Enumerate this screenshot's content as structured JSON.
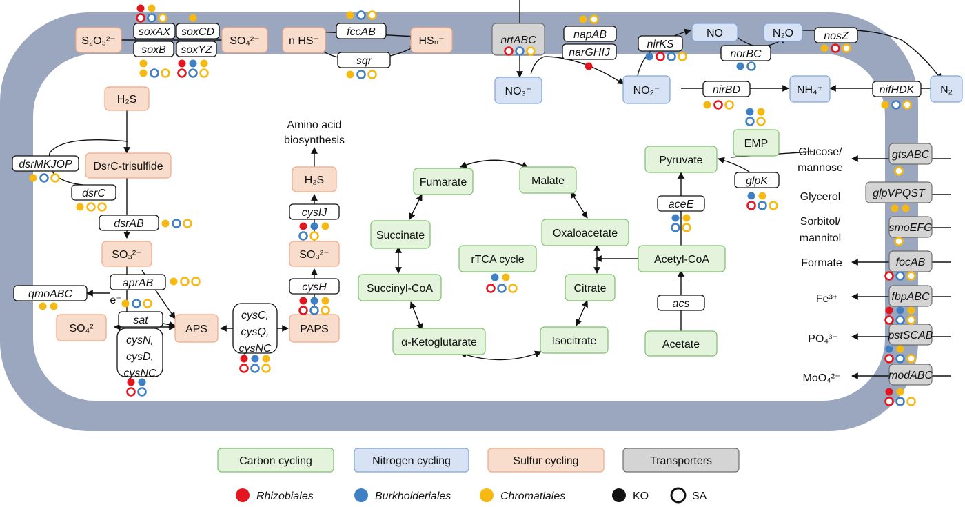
{
  "categories": {
    "carbon": {
      "label": "Carbon cycling",
      "fill": "#e3f3dc",
      "stroke": "#7cc06a"
    },
    "nitrogen": {
      "label": "Nitrogen cycling",
      "fill": "#d7e3f5",
      "stroke": "#7fa3d9"
    },
    "sulfur": {
      "label": "Sulfur cycling",
      "fill": "#f9ddcc",
      "stroke": "#f0a784"
    },
    "transport": {
      "label": "Transporters",
      "fill": "#d4d4d4",
      "stroke": "#6e6e6e"
    }
  },
  "colors": {
    "rhizobiales": "#e3161f",
    "burkholderiales": "#3f7fc3",
    "chromatiales": "#f6b912",
    "membrane": "#9aa7be"
  },
  "legend": {
    "rhizobiales": "Rhizobiales",
    "burkholderiales": "Burkholderiales",
    "chromatiales": "Chromatiales",
    "ko": "KO",
    "sa": "SA"
  },
  "sulfur": {
    "s2o3": "S₂O₃²⁻",
    "so4_out": "SO₄²⁻",
    "nhs": "n HS⁻",
    "hsn": "HSₙ⁻",
    "soxAX": "soxAX",
    "soxCD": "soxCD",
    "soxB": "soxB",
    "soxYZ": "soxYZ",
    "fccAB": "fccAB",
    "sqr": "sqr",
    "h2s_left": "H₂S",
    "dsrc_trisulfide": "DsrC-trisulfide",
    "dsrMKJOP": "dsrMKJOP",
    "dsrC": "dsrC",
    "dsrAB": "dsrAB",
    "so3_left": "SO₃²⁻",
    "aprAB": "aprAB",
    "qmoABC": "qmoABC",
    "e_minus": "e⁻",
    "sat": "sat",
    "cysNDNC": [
      "cysN,",
      "cysD,",
      "cysNC"
    ],
    "so4_left": "SO₄²",
    "aps": "APS",
    "cysCQNC": [
      "cysC,",
      "cysQ,",
      "cysNC"
    ],
    "paps": "PAPS",
    "cysH": "cysH",
    "so3_right": "SO₃²⁻",
    "cysIJ": "cysIJ",
    "h2s_right": "H₂S",
    "aa_line1": "Amino acid",
    "aa_line2": "biosynthesis"
  },
  "nitrogen": {
    "nrtABC": "nrtABC",
    "no3": "NO₃⁻",
    "napAB": "napAB",
    "narGHIJ": "narGHIJ",
    "nirKS": "nirKS",
    "no": "NO",
    "norBC": "norBC",
    "n2o": "N₂O",
    "nosZ": "nosZ",
    "n2": "N₂",
    "no2": "NO₂⁻",
    "nirBD": "nirBD",
    "nh4": "NH₄⁺",
    "nifHDK": "nifHDK"
  },
  "carbon": {
    "fumarate": "Fumarate",
    "malate": "Malate",
    "succinate": "Succinate",
    "oxaloacetate": "Oxaloacetate",
    "rtca": "rTCA cycle",
    "succinylcoa": "Succinyl-CoA",
    "citrate": "Citrate",
    "akg": "α-Ketoglutarate",
    "isocitrate": "Isocitrate",
    "pyruvate": "Pyruvate",
    "emp": "EMP",
    "aceE": "aceE",
    "acetylcoa": "Acetyl-CoA",
    "acs": "acs",
    "acetate": "Acetate",
    "glpK": "glpK"
  },
  "transport": {
    "gtsABC": "gtsABC",
    "glucose1": "Glucose/",
    "glucose2": "mannose",
    "glpVPQST": "glpVPQST",
    "glycerol": "Glycerol",
    "smoEFG": "smoEFG",
    "sorbitol1": "Sorbitol/",
    "sorbitol2": "mannitol",
    "focAB": "focAB",
    "formate": "Formate",
    "fbpABC": "fbpABC",
    "fe": "Fe³⁺",
    "pstSCAB": "pstSCAB",
    "po4": "PO₄³⁻",
    "modABC": "modABC",
    "moo4": "MoO₄²⁻"
  }
}
